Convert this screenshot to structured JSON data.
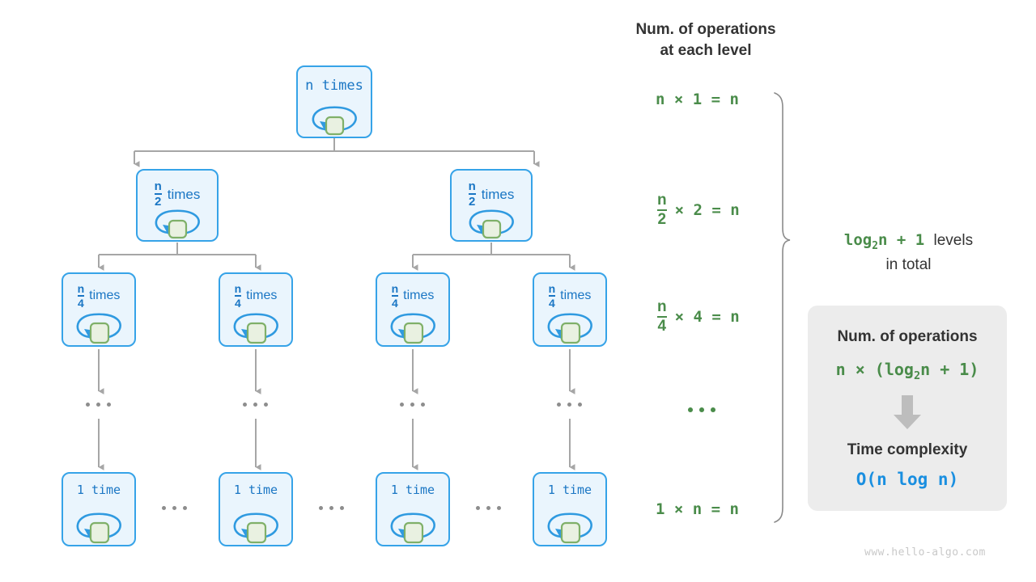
{
  "colors": {
    "node_border": "#36a3e8",
    "node_fill": "#eaf5fd",
    "node_text": "#1a76c4",
    "inner_box_border": "#7fb069",
    "inner_box_fill": "#e9f1e1",
    "wire": "#a6a6a6",
    "green": "#4a8c4a",
    "dark_text": "#333333",
    "card_bg": "#ececec",
    "bigo_blue": "#1a8fe0",
    "watermark": "#c9c9c9"
  },
  "tree": {
    "levels": [
      {
        "id": "level-1",
        "nodes": [
          {
            "id": "node-root",
            "numerator": "n",
            "denominator": "",
            "count": "n",
            "unit": "times",
            "is_fraction": false
          }
        ]
      },
      {
        "id": "level-2",
        "nodes": [
          {
            "id": "node-l2-a",
            "numerator": "n",
            "denominator": "2",
            "unit": "times",
            "is_fraction": true
          },
          {
            "id": "node-l2-b",
            "numerator": "n",
            "denominator": "2",
            "unit": "times",
            "is_fraction": true
          }
        ]
      },
      {
        "id": "level-3",
        "nodes": [
          {
            "id": "node-l3-a",
            "numerator": "n",
            "denominator": "4",
            "unit": "times",
            "is_fraction": true
          },
          {
            "id": "node-l3-b",
            "numerator": "n",
            "denominator": "4",
            "unit": "times",
            "is_fraction": true
          },
          {
            "id": "node-l3-c",
            "numerator": "n",
            "denominator": "4",
            "unit": "times",
            "is_fraction": true
          },
          {
            "id": "node-l3-d",
            "numerator": "n",
            "denominator": "4",
            "unit": "times",
            "is_fraction": true
          }
        ]
      },
      {
        "id": "level-last",
        "nodes": [
          {
            "id": "node-leaf-a",
            "count": "1",
            "unit": "time",
            "is_fraction": false
          },
          {
            "id": "node-leaf-b",
            "count": "1",
            "unit": "time",
            "is_fraction": false
          },
          {
            "id": "node-leaf-c",
            "count": "1",
            "unit": "time",
            "is_fraction": false
          },
          {
            "id": "node-leaf-d",
            "count": "1",
            "unit": "time",
            "is_fraction": false
          }
        ]
      }
    ],
    "leaf_label_text": "1 time",
    "root_label_text": "n times",
    "times_word": "times"
  },
  "right_column": {
    "title_line1": "Num. of operations",
    "title_line2": "at each level",
    "equations": [
      {
        "id": "eq-level-1",
        "left_num": "n",
        "left_den": "",
        "is_fraction": false,
        "text": "n × 1 = n"
      },
      {
        "id": "eq-level-2",
        "left_num": "n",
        "left_den": "2",
        "is_fraction": true,
        "rest": "× 2 = n"
      },
      {
        "id": "eq-level-3",
        "left_num": "n",
        "left_den": "4",
        "is_fraction": true,
        "rest": "× 4 = n"
      },
      {
        "id": "eq-ellipsis",
        "is_ellipsis": true
      },
      {
        "id": "eq-level-last",
        "is_fraction": false,
        "text": "1 × n = n"
      }
    ]
  },
  "brace_note": {
    "formula": "log",
    "formula_sub": "2",
    "formula_tail": "n + 1",
    "suffix": "levels",
    "line2": "in total"
  },
  "summary_card": {
    "heading_1": "Num. of operations",
    "formula_prefix": "n × (log",
    "formula_sub": "2",
    "formula_suffix": "n + 1)",
    "arrow_icon": "down-arrow-icon",
    "heading_2": "Time complexity",
    "big_o": "O(n log n)"
  },
  "watermark": "www.hello-algo.com"
}
